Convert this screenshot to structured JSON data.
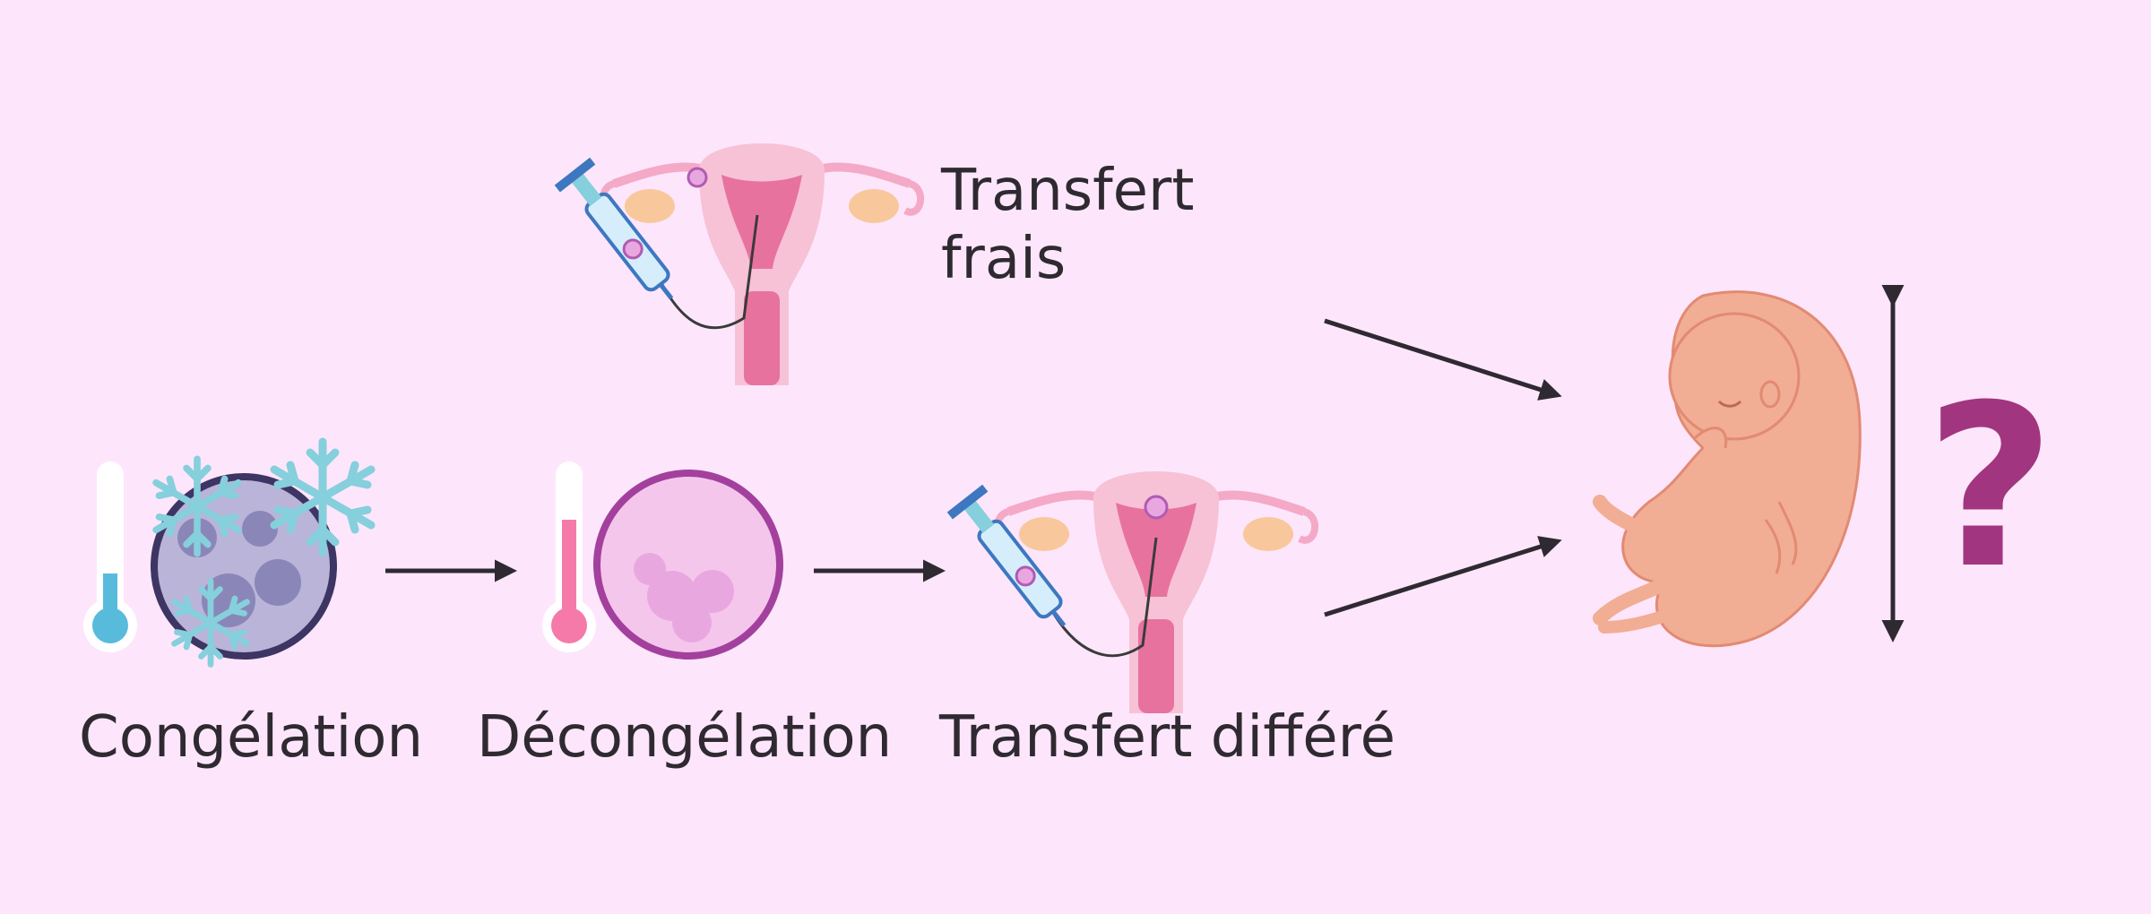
{
  "labels": {
    "fresh_transfer": "Transfert frais",
    "freezing": "Congélation",
    "thawing": "Décongélation",
    "deferred_transfer": "Transfert différé",
    "question": "?"
  },
  "icons": {
    "freeze": [
      "thermometer-cold-icon",
      "frozen-embryo-icon",
      "snowflake-icon"
    ],
    "thaw": [
      "thermometer-warm-icon",
      "thawed-embryo-icon"
    ],
    "transfer": [
      "uterus-icon",
      "syringe-catheter-icon"
    ],
    "outcome": [
      "fetus-icon",
      "double-arrow-icon",
      "question-mark-icon"
    ]
  },
  "colors": {
    "background": "#fde6fb",
    "text": "#2f2a31",
    "arrow": "#2f2a31",
    "ice": "#86cfdc",
    "embryo_frozen": "#8b86b8",
    "embryo_thawed": "#e9a7e0",
    "uterus": "#e8729e",
    "fetus": "#f2ad95",
    "question": "#a2357f"
  }
}
